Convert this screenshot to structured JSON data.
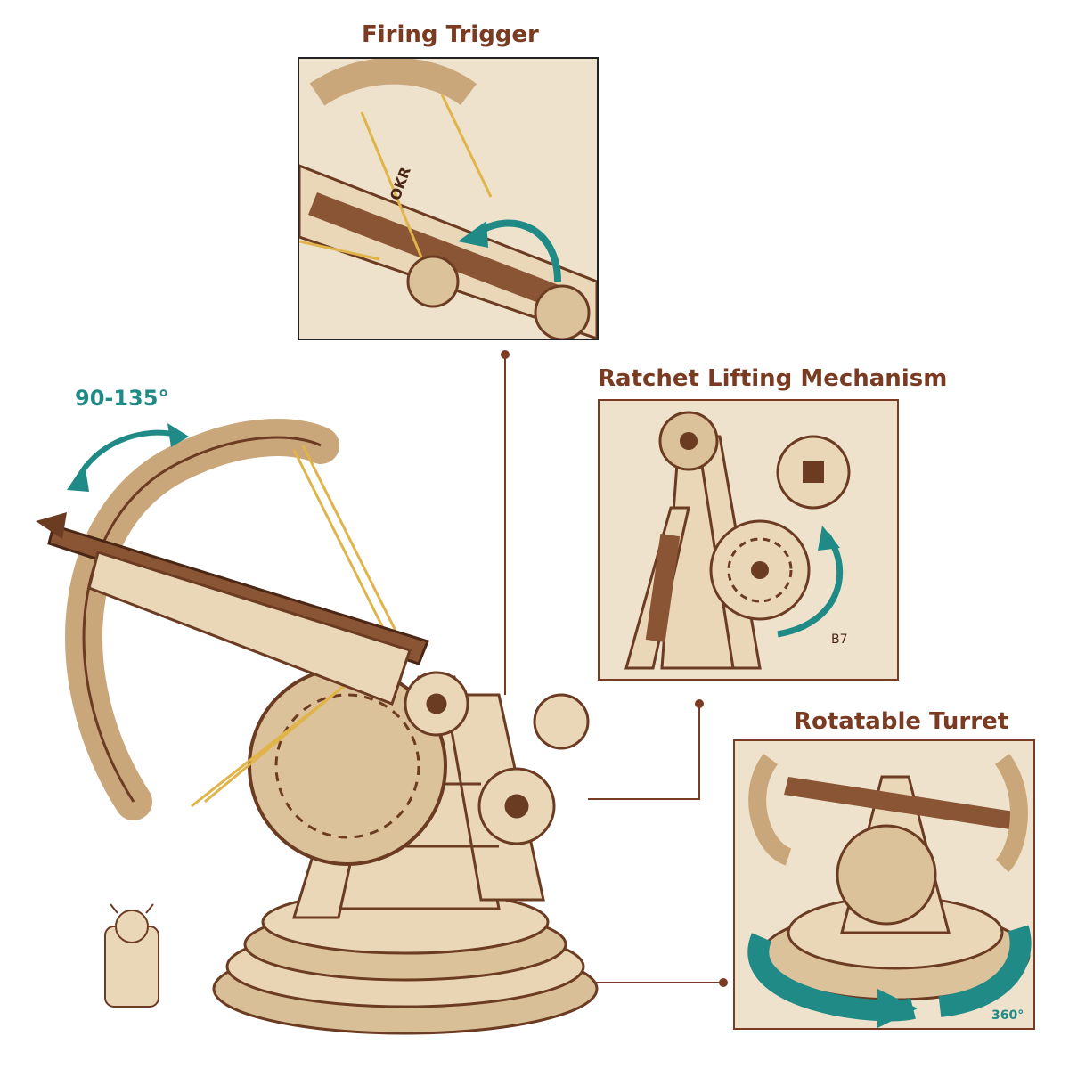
{
  "callouts": {
    "firing_trigger": "Firing Trigger",
    "ratchet_lifting": "Ratchet Lifting Mechanism",
    "rotatable_turret": "Rotatable Turret"
  },
  "annotations": {
    "angle_range": "90-135°",
    "rotation": "360°",
    "engraving": "OKR",
    "part_code": "B7"
  },
  "colors": {
    "label_brown": "#7a3b22",
    "accent_teal": "#1f8a86",
    "wood_light": "#e9d4b3",
    "wood_dark": "#6b3b22"
  }
}
